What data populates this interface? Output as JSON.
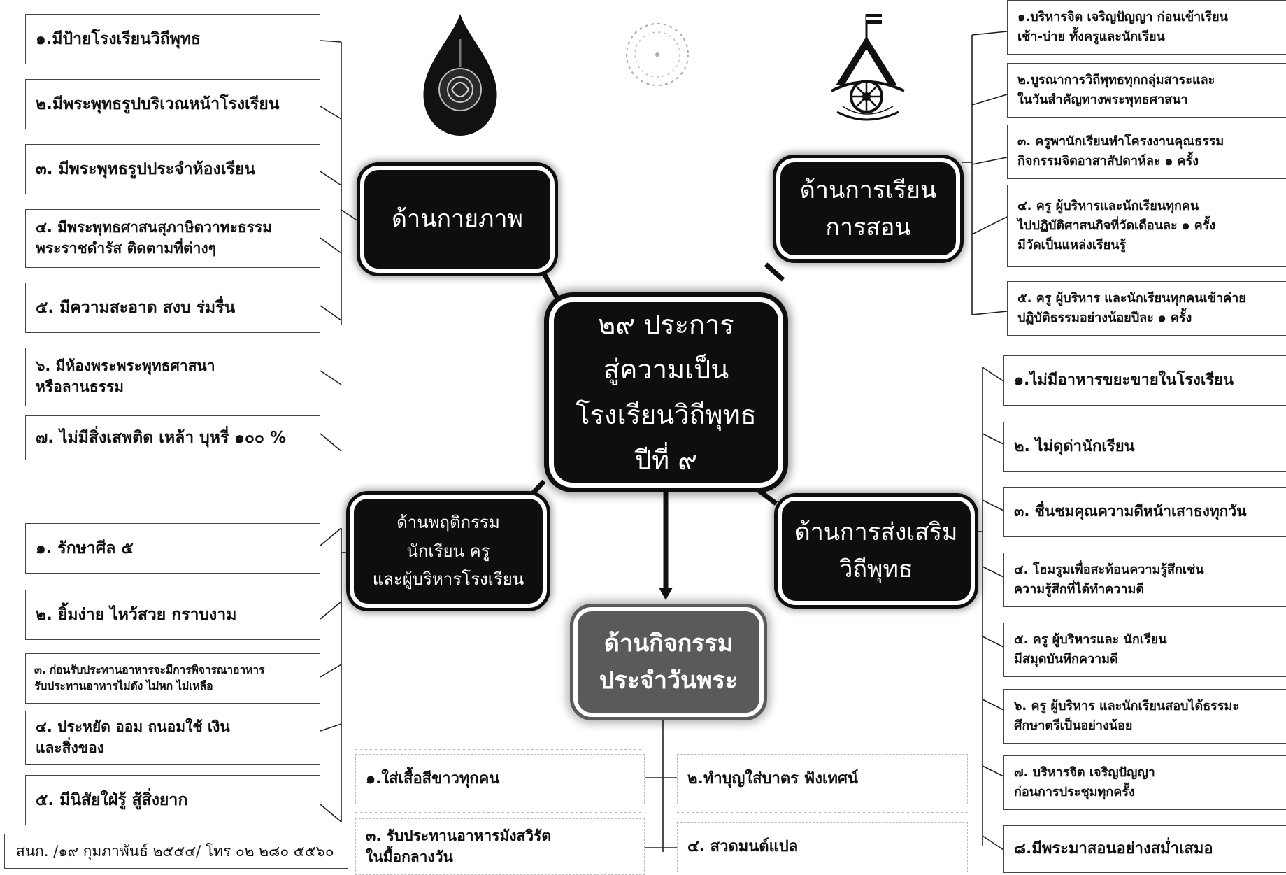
{
  "center": {
    "lines": [
      "๒๙ ประการ",
      "สู่ความเป็น",
      "โรงเรียนวิถีพุทธ",
      "ปีที่ ๙"
    ]
  },
  "hubs": {
    "physical": {
      "lines": [
        "ด้านกายภาพ"
      ]
    },
    "teaching": {
      "lines": [
        "ด้านการเรียน",
        "การสอน"
      ]
    },
    "behavior": {
      "lines": [
        "ด้านพฤติกรรม",
        "นักเรียน ครู",
        "และผู้บริหารโรงเรียน"
      ]
    },
    "promotion": {
      "lines": [
        "ด้านการส่งเสริม",
        "วิถีพุทธ"
      ]
    },
    "activity": {
      "lines": [
        "ด้านกิจกรรม",
        "ประจำวันพระ"
      ]
    }
  },
  "physical_items": [
    {
      "lines": [
        "๑.มีป้ายโรงเรียนวิถีพุทธ"
      ]
    },
    {
      "lines": [
        "๒.มีพระพุทธรูปบริเวณหน้าโรงเรียน"
      ]
    },
    {
      "lines": [
        "๓. มีพระพุทธรูปประจำห้องเรียน"
      ]
    },
    {
      "lines": [
        "๔. มีพระพุทธศาสนสุภาษิตวาทะธรรม",
        "พระราชดำรัส ติดตามที่ต่างๆ"
      ]
    },
    {
      "lines": [
        "๕. มีความสะอาด สงบ ร่มรื่น"
      ]
    },
    {
      "lines": [
        "๖. มีห้องพระพระพุทธศาสนา",
        "หรือลานธรรม"
      ]
    },
    {
      "lines": [
        "๗. ไม่มีสิ่งเสพติด เหล้า บุหรี่ ๑๐๐ %"
      ]
    }
  ],
  "teaching_items": [
    {
      "lines": [
        "๑.บริหารจิต เจริญปัญญา ก่อนเข้าเรียน",
        "เช้า-บ่าย ทั้งครูและนักเรียน"
      ]
    },
    {
      "lines": [
        "๒.บูรณาการวิถีพุทธทุกกลุ่มสาระและ",
        "ในวันสำคัญทางพระพุทธศาสนา"
      ]
    },
    {
      "lines": [
        "๓. ครูพานักเรียนทำโครงงานคุณธรรม",
        "กิจกรรมจิตอาสาสัปดาห์ละ ๑ ครั้ง"
      ]
    },
    {
      "lines": [
        "๔. ครู ผู้บริหารและนักเรียนทุกคน",
        "ไปปฏิบัติศาสนกิจที่วัดเดือนละ ๑ ครั้ง",
        "มีวัดเป็นแหล่งเรียนรู้"
      ]
    },
    {
      "lines": [
        "๕. ครู ผู้บริหาร และนักเรียนทุกคนเข้าค่าย",
        "ปฏิบัติธรรมอย่างน้อยปีละ ๑ ครั้ง"
      ]
    }
  ],
  "behavior_items": [
    {
      "lines": [
        "๑. รักษาศีล ๕"
      ]
    },
    {
      "lines": [
        "๒. ยิ้มง่าย ไหว้สวย กราบงาม"
      ]
    },
    {
      "lines": [
        "๓. ก่อนรับประทานอาหารจะมีการพิจารณาอาหาร",
        "รับประทานอาหารไม่ดัง ไม่หก   ไม่เหลือ"
      ]
    },
    {
      "lines": [
        "๔. ประหยัด ออม ถนอมใช้  เงิน",
        "และสิ่งของ"
      ]
    },
    {
      "lines": [
        "๕. มีนิสัยใฝ่รู้  สู้สิ่งยาก"
      ]
    }
  ],
  "promotion_items": [
    {
      "lines": [
        "๑.ไม่มีอาหารขยะขายในโรงเรียน"
      ]
    },
    {
      "lines": [
        "๒. ไม่ดุด่านักเรียน"
      ]
    },
    {
      "lines": [
        "๓. ชื่นชมคุณความดีหน้าเสาธงทุกวัน"
      ]
    },
    {
      "lines": [
        "๔. โฮมรูมเพื่อสะท้อนความรู้สึกเช่น",
        "ความรู้สึกที่ได้ทำความดี"
      ]
    },
    {
      "lines": [
        "๕. ครู ผู้บริหารและ นักเรียน",
        "มีสมุดบันทึกความดี"
      ]
    },
    {
      "lines": [
        "๖. ครู ผู้บริหาร และนักเรียนสอบได้ธรรมะ",
        "ศึกษาตรีเป็นอย่างน้อย"
      ]
    },
    {
      "lines": [
        "๗. บริหารจิต เจริญปัญญา",
        "ก่อนการประชุมทุกครั้ง"
      ]
    },
    {
      "lines": [
        "๘.มีพระมาสอนอย่างสม่ำเสมอ"
      ]
    }
  ],
  "activity_items": [
    {
      "lines": [
        "๑.ใส่เสื้อสีขาวทุกคน"
      ]
    },
    {
      "lines": [
        "๒.ทำบุญใส่บาตร ฟังเทศน์"
      ]
    },
    {
      "lines": [
        "๓. รับประทานอาหารมังสวิรัต",
        "ในมื้อกลางวัน"
      ]
    },
    {
      "lines": [
        "๔. สวดมนต์แปล"
      ]
    }
  ],
  "footer": "สนก. /๑๙ กุมภาพันธ์ ๒๕๕๔/ โทร ๐๒ ๒๘๐ ๕๕๖๐"
}
